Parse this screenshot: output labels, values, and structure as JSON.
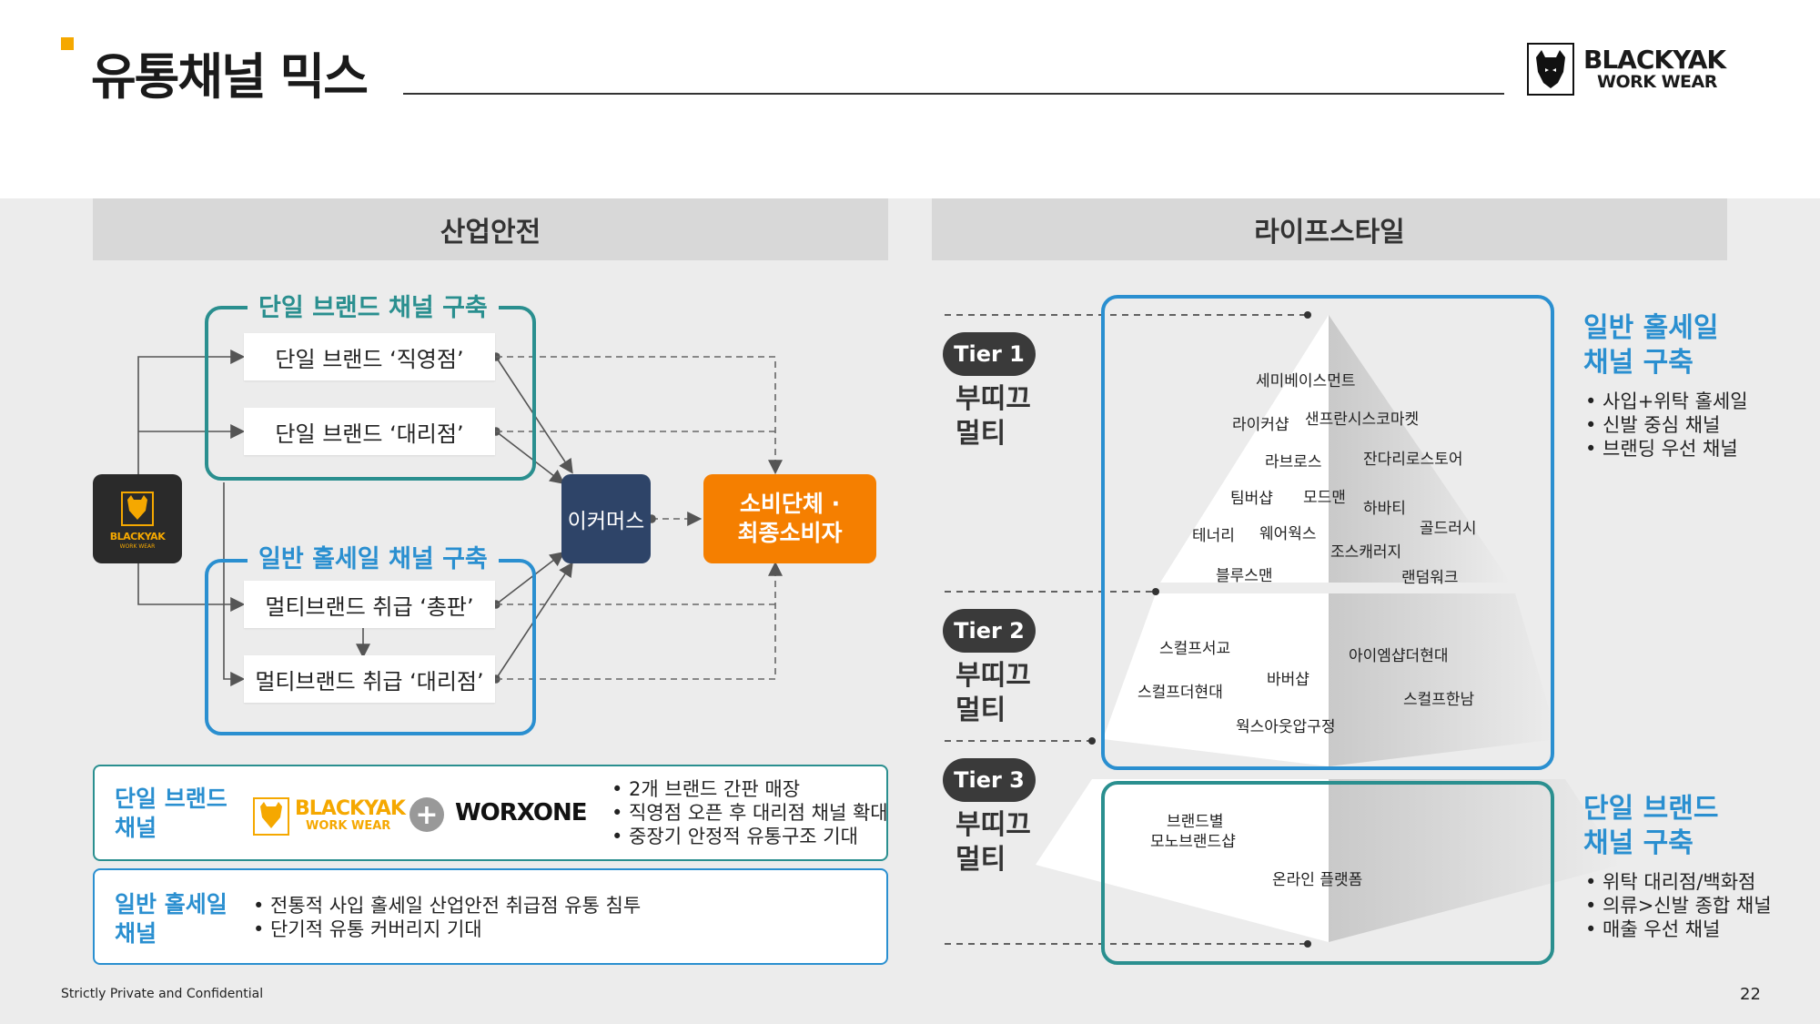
{
  "page": {
    "title": "유통채널 믹스",
    "footer_left": "Strictly Private and Confidential",
    "page_number": "22"
  },
  "brand_logo": {
    "line1": "BLACKYAK",
    "line2": "WORK WEAR"
  },
  "colors": {
    "accent_yellow": "#f5a800",
    "teal": "#2a8f8f",
    "blue": "#2a8fd0",
    "navy": "#2e4468",
    "orange": "#f57f00",
    "dark": "#2a2a2a"
  },
  "left": {
    "header": "산업안전",
    "single_brand_group": {
      "title": "단일 브랜드 채널 구축",
      "items": [
        "단일 브랜드 ‘직영점’",
        "단일 브랜드 ‘대리점’"
      ]
    },
    "wholesale_group": {
      "title": "일반 홀세일 채널 구축",
      "items": [
        "멀티브랜드 취급 ‘총판’",
        "멀티브랜드 취급 ‘대리점’"
      ]
    },
    "source_logo": {
      "line1": "BLACKYAK",
      "line2": "WORK WEAR"
    },
    "ecommerce": "이커머스",
    "consumer": [
      "소비단체 ·",
      "최종소비자"
    ],
    "info_single": {
      "label": [
        "단일 브랜드",
        "채널"
      ],
      "logo1_line1": "BLACKYAK",
      "logo1_line2": "WORK WEAR",
      "plus": "+",
      "logo2": "WORXONE",
      "bullets": [
        "• 2개 브랜드 간판 매장",
        "• 직영점 오픈 후 대리점 채널 확대",
        "• 중장기 안정적 유통구조 기대"
      ]
    },
    "info_wholesale": {
      "label": [
        "일반 홀세일",
        "채널"
      ],
      "bullets": [
        "• 전통적 사입 홀세일 산업안전 취급점 유통 침투",
        "• 단기적 유통 커버리지 기대"
      ]
    }
  },
  "right": {
    "header": "라이프스타일",
    "tiers": [
      {
        "label": "Tier 1",
        "sub": [
          "부띠끄",
          "멀티"
        ]
      },
      {
        "label": "Tier 2",
        "sub": [
          "부띠끄",
          "멀티"
        ]
      },
      {
        "label": "Tier 3",
        "sub": [
          "부띠끄",
          "멀티"
        ]
      }
    ],
    "tier1_stores": [
      "세미베이스먼트",
      "라이커샵",
      "샌프란시스코마켓",
      "라브로스",
      "잔다리로스토어",
      "팀버샵",
      "모드맨",
      "하바티",
      "테너리",
      "웨어웍스",
      "골드러시",
      "조스캐러지",
      "블루스맨",
      "랜덤워크"
    ],
    "tier2_stores": [
      "스컬프서교",
      "아이엠샵더현대",
      "바버샵",
      "스컬프더현대",
      "스컬프한남",
      "웍스아웃압구정"
    ],
    "tier3_stores": [
      "브랜드별",
      "모노브랜드샵",
      "온라인 플랫폼"
    ],
    "wholesale_block": {
      "title": [
        "일반 홀세일",
        "채널 구축"
      ],
      "bullets": [
        "• 사입+위탁 홀세일",
        "• 신발 중심 채널",
        "• 브랜딩 우선 채널"
      ]
    },
    "single_block": {
      "title": [
        "단일 브랜드",
        "채널 구축"
      ],
      "bullets": [
        "• 위탁 대리점/백화점",
        "• 의류>신발 종합 채널",
        "• 매출 우선 채널"
      ]
    }
  }
}
